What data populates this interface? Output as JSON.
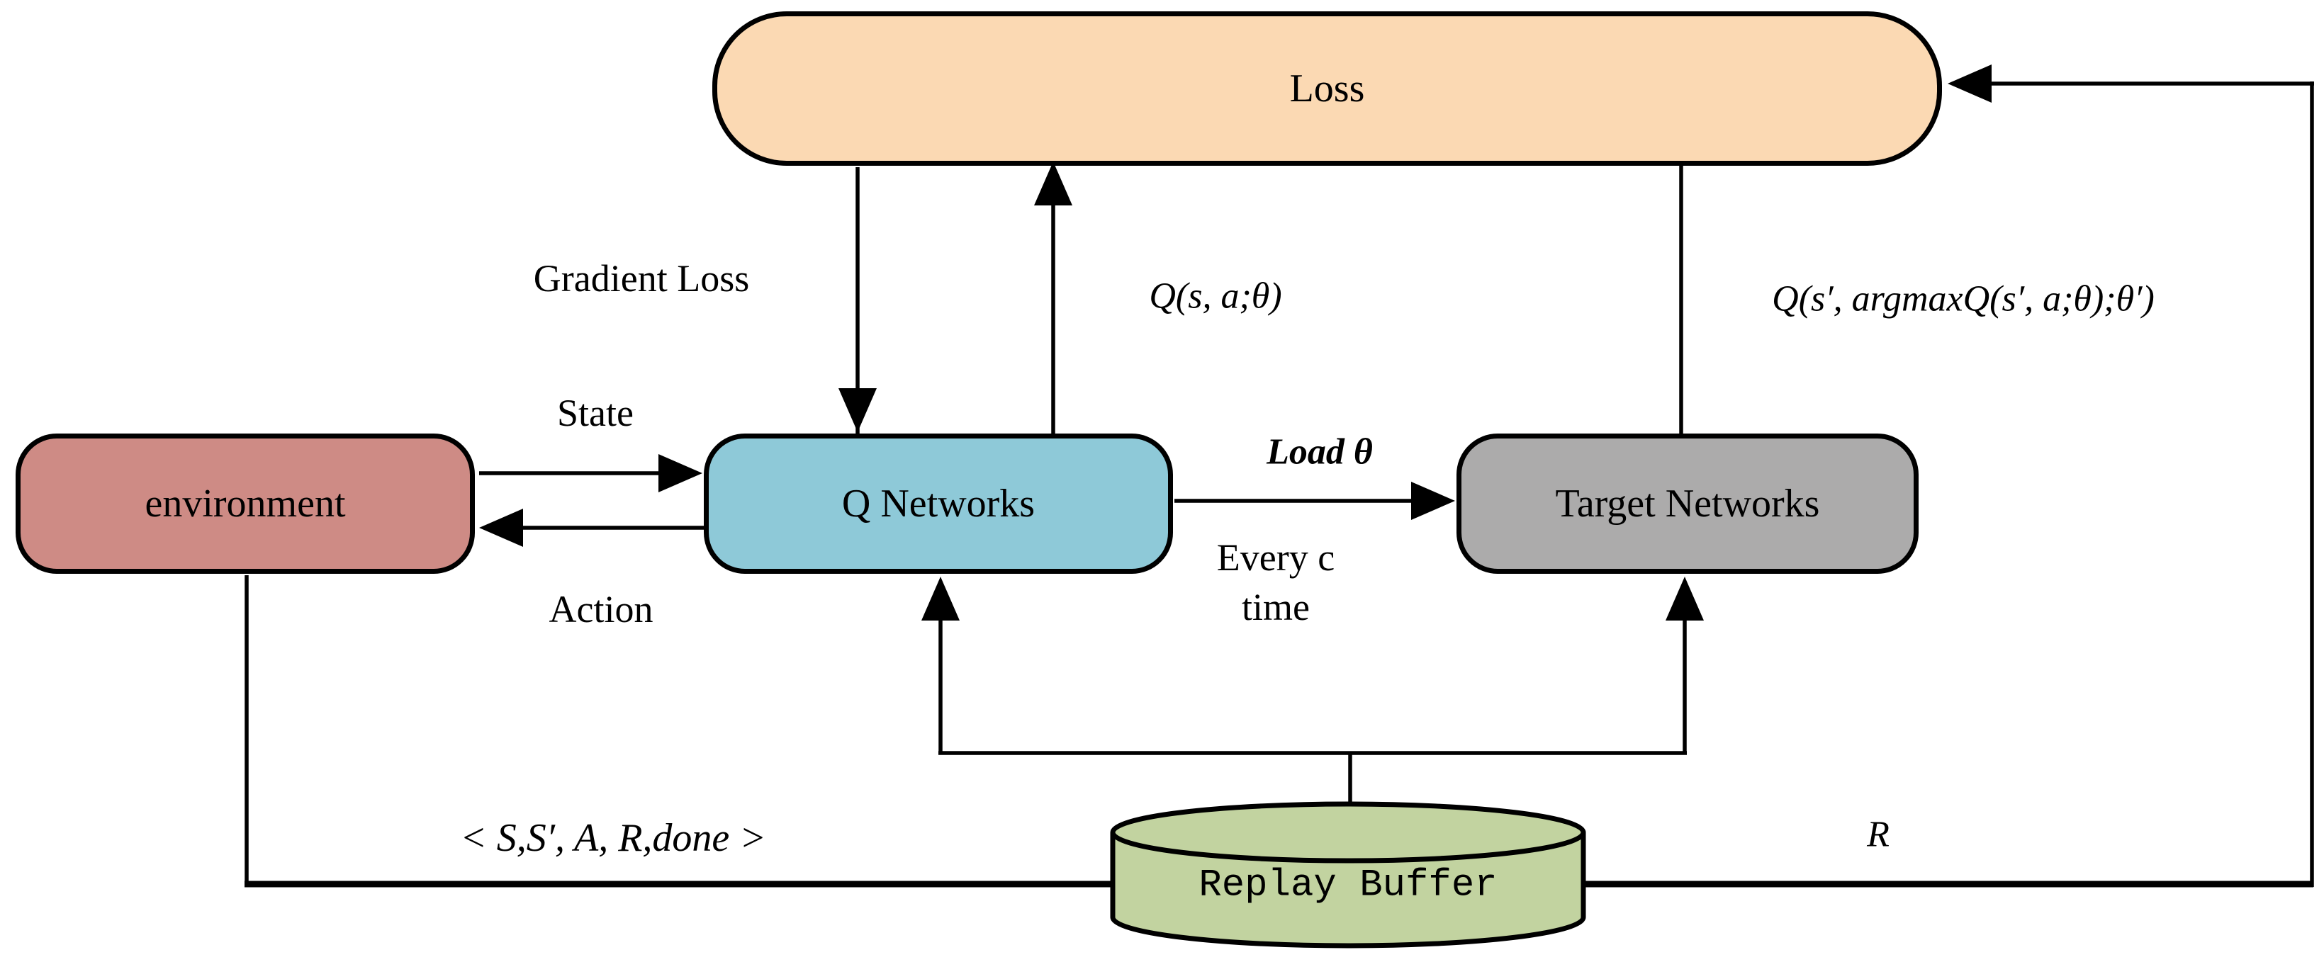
{
  "diagram": {
    "background": "#ffffff",
    "line_color": "#000000",
    "nodes": {
      "loss": {
        "label": "Loss",
        "fill": "#fbd9b3"
      },
      "environment": {
        "label": "environment",
        "fill": "#ce8b85"
      },
      "q_networks": {
        "label": "Q Networks",
        "fill": "#8ec9d8"
      },
      "target_networks": {
        "label": "Target Networks",
        "fill": "#acabab"
      },
      "replay_buffer": {
        "label": "Replay Buffer",
        "fill": "#c2d3a0"
      }
    },
    "edge_labels": {
      "gradient_loss": "Gradient Loss",
      "q_value": "Q(s, a;θ)",
      "target_q_value": "Q(s′, argmaxQ(s′, a;θ);θ′)",
      "state": "State",
      "action": "Action",
      "load_theta": "Load θ",
      "every_c_line1": "Every c",
      "every_c_line2": "time",
      "transition_tuple": "< S,S′, A, R,done >",
      "reward": "R"
    }
  }
}
